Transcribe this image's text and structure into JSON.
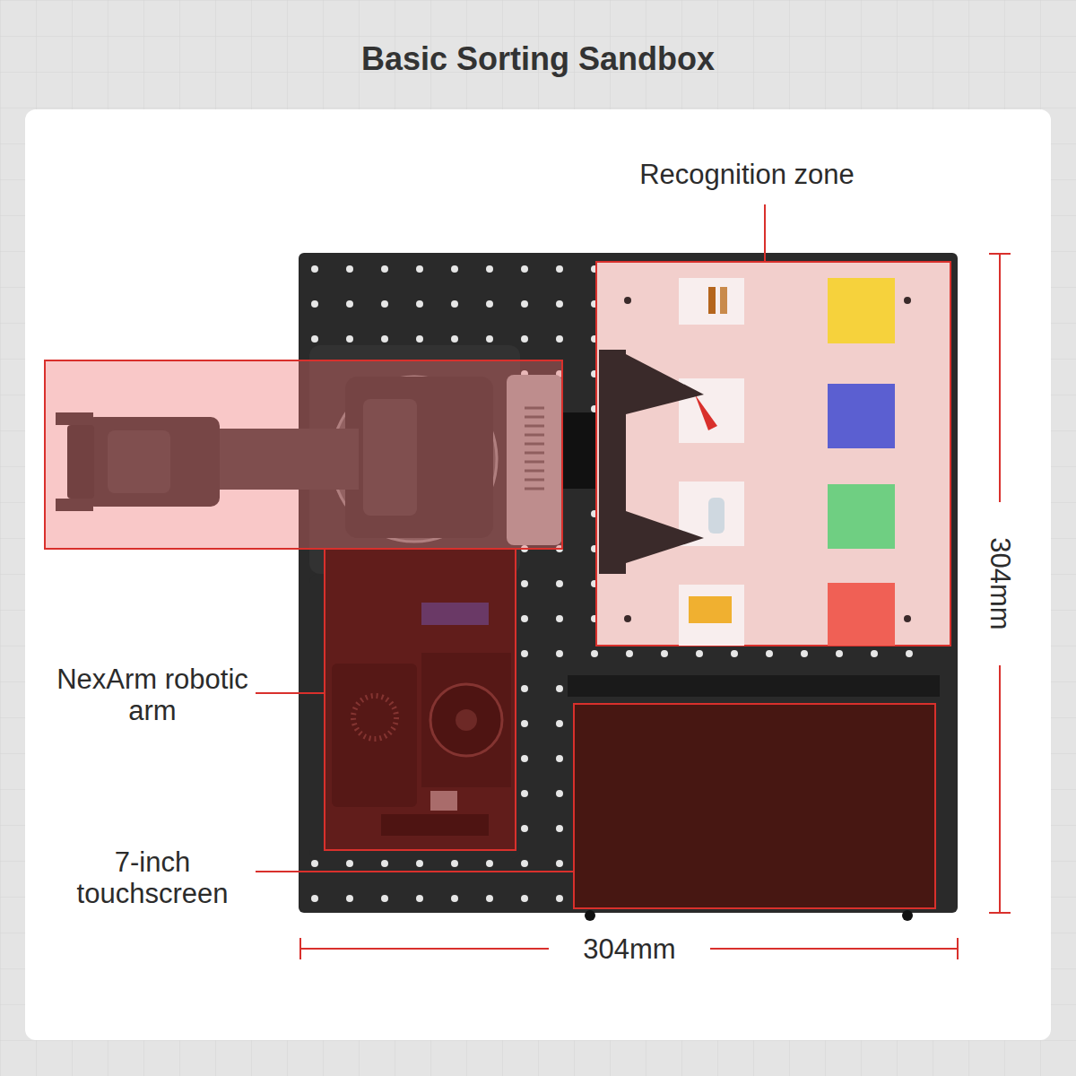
{
  "diagram": {
    "title": "Basic Sorting Sandbox",
    "labels": [
      "Recognition zone",
      "NexArm robotic arm",
      "7-inch touchscreen",
      "304mm",
      "304mm"
    ]
  }
}
